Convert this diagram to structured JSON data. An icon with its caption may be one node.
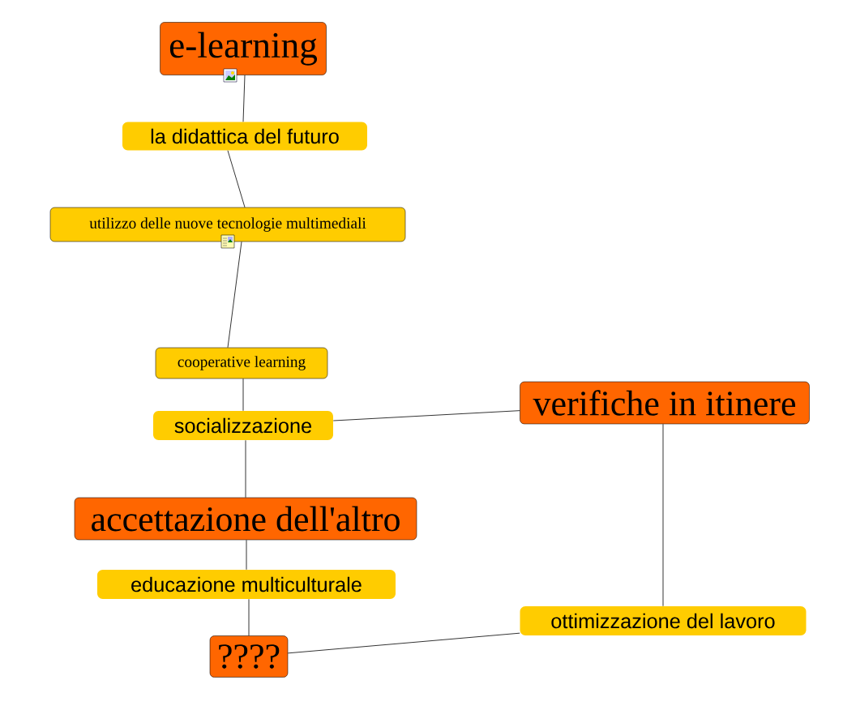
{
  "diagram": {
    "nodes": [
      {
        "text": [
          "e-learning"
        ]
      },
      {
        "text": [
          "la didattica del futuro"
        ]
      },
      {
        "text": [
          "utilizzo delle nuove tecnologie multimediali"
        ]
      },
      {
        "text": [
          "cooperative learning"
        ]
      },
      {
        "text": [
          "socializzazione"
        ]
      },
      {
        "text": [
          "verifiche in itinere"
        ]
      },
      {
        "text": [
          "accettazione dell'altro"
        ]
      },
      {
        "text": [
          "educazione multiculturale"
        ]
      },
      {
        "text": [
          "????"
        ]
      },
      {
        "text": [
          "ottimizzazione del lavoro"
        ]
      }
    ],
    "edges": [
      {
        "from": 0,
        "to": 1,
        "arrow": "none"
      },
      {
        "from": 1,
        "to": 2,
        "arrow": "none"
      },
      {
        "from": 2,
        "to": 3,
        "arrow": "none"
      },
      {
        "from": 3,
        "to": 4,
        "arrow": "none"
      },
      {
        "from": 4,
        "to": 5,
        "arrow": "none"
      },
      {
        "from": 4,
        "to": 6,
        "arrow": "none"
      },
      {
        "from": 6,
        "to": 7,
        "arrow": "none"
      },
      {
        "from": 7,
        "to": 8,
        "arrow": "none"
      },
      {
        "from": 5,
        "to": 9,
        "arrow": "none"
      },
      {
        "from": 9,
        "to": 8,
        "arrow": "none"
      }
    ]
  }
}
